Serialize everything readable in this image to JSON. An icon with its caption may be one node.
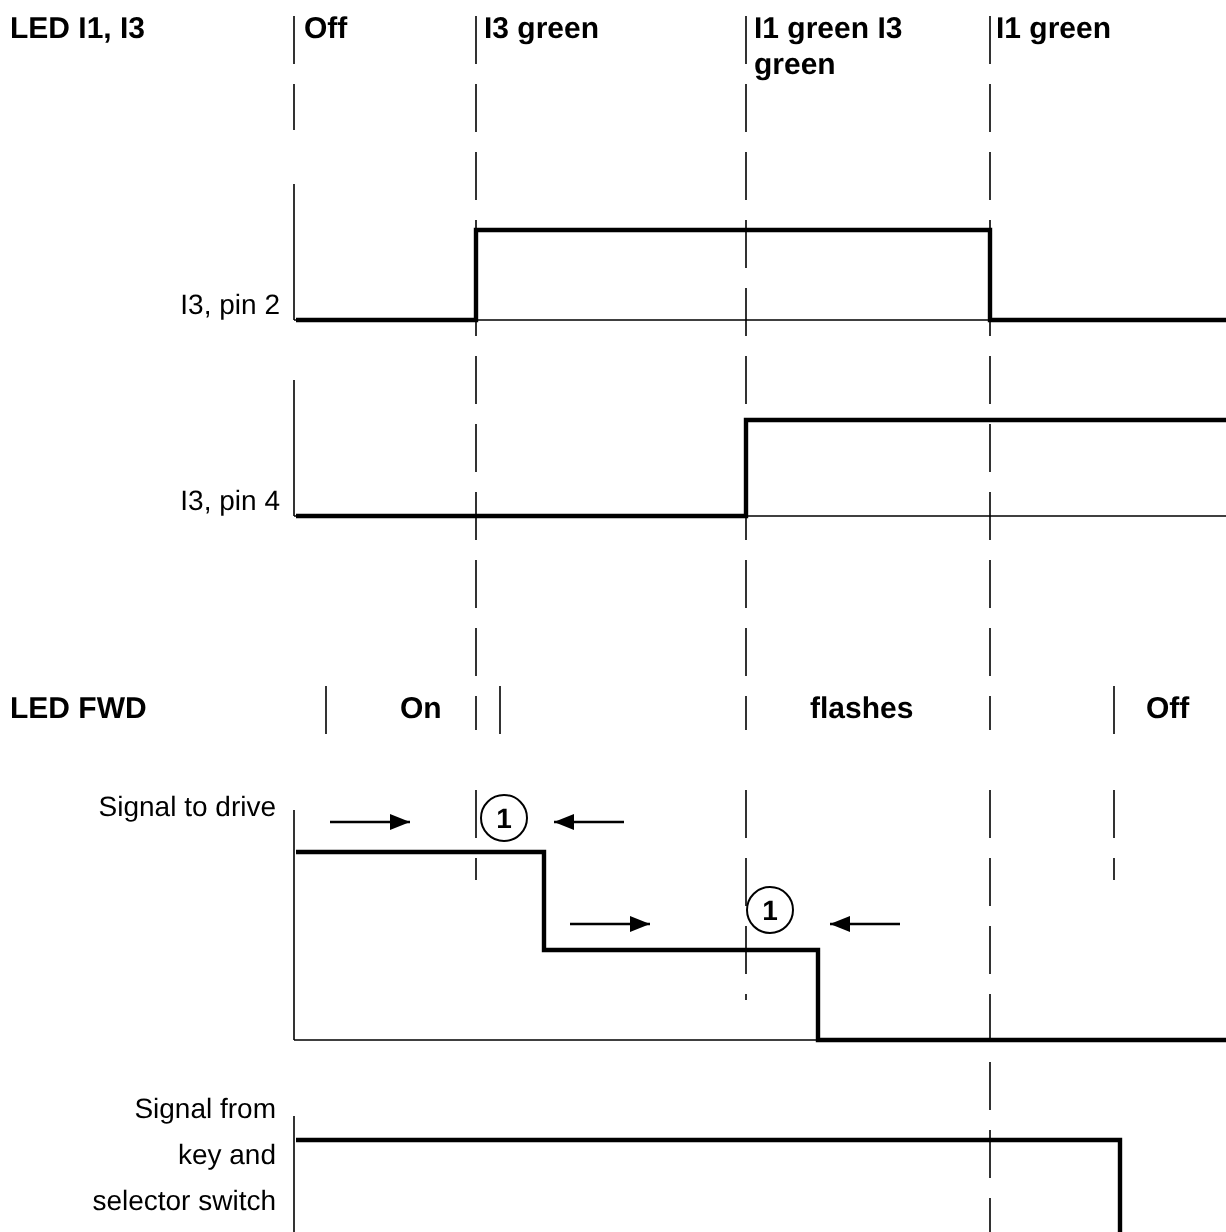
{
  "diagram": {
    "labels": [
      "LED I1, I3",
      "Off",
      "I3 green",
      "I1 green I3 green",
      "I1 green",
      "I3, pin 2",
      "I3, pin 4",
      "LED FWD",
      "On",
      "flashes",
      "Off",
      "Signal to drive",
      "1",
      "1",
      "Signal from key and selector switch"
    ]
  }
}
